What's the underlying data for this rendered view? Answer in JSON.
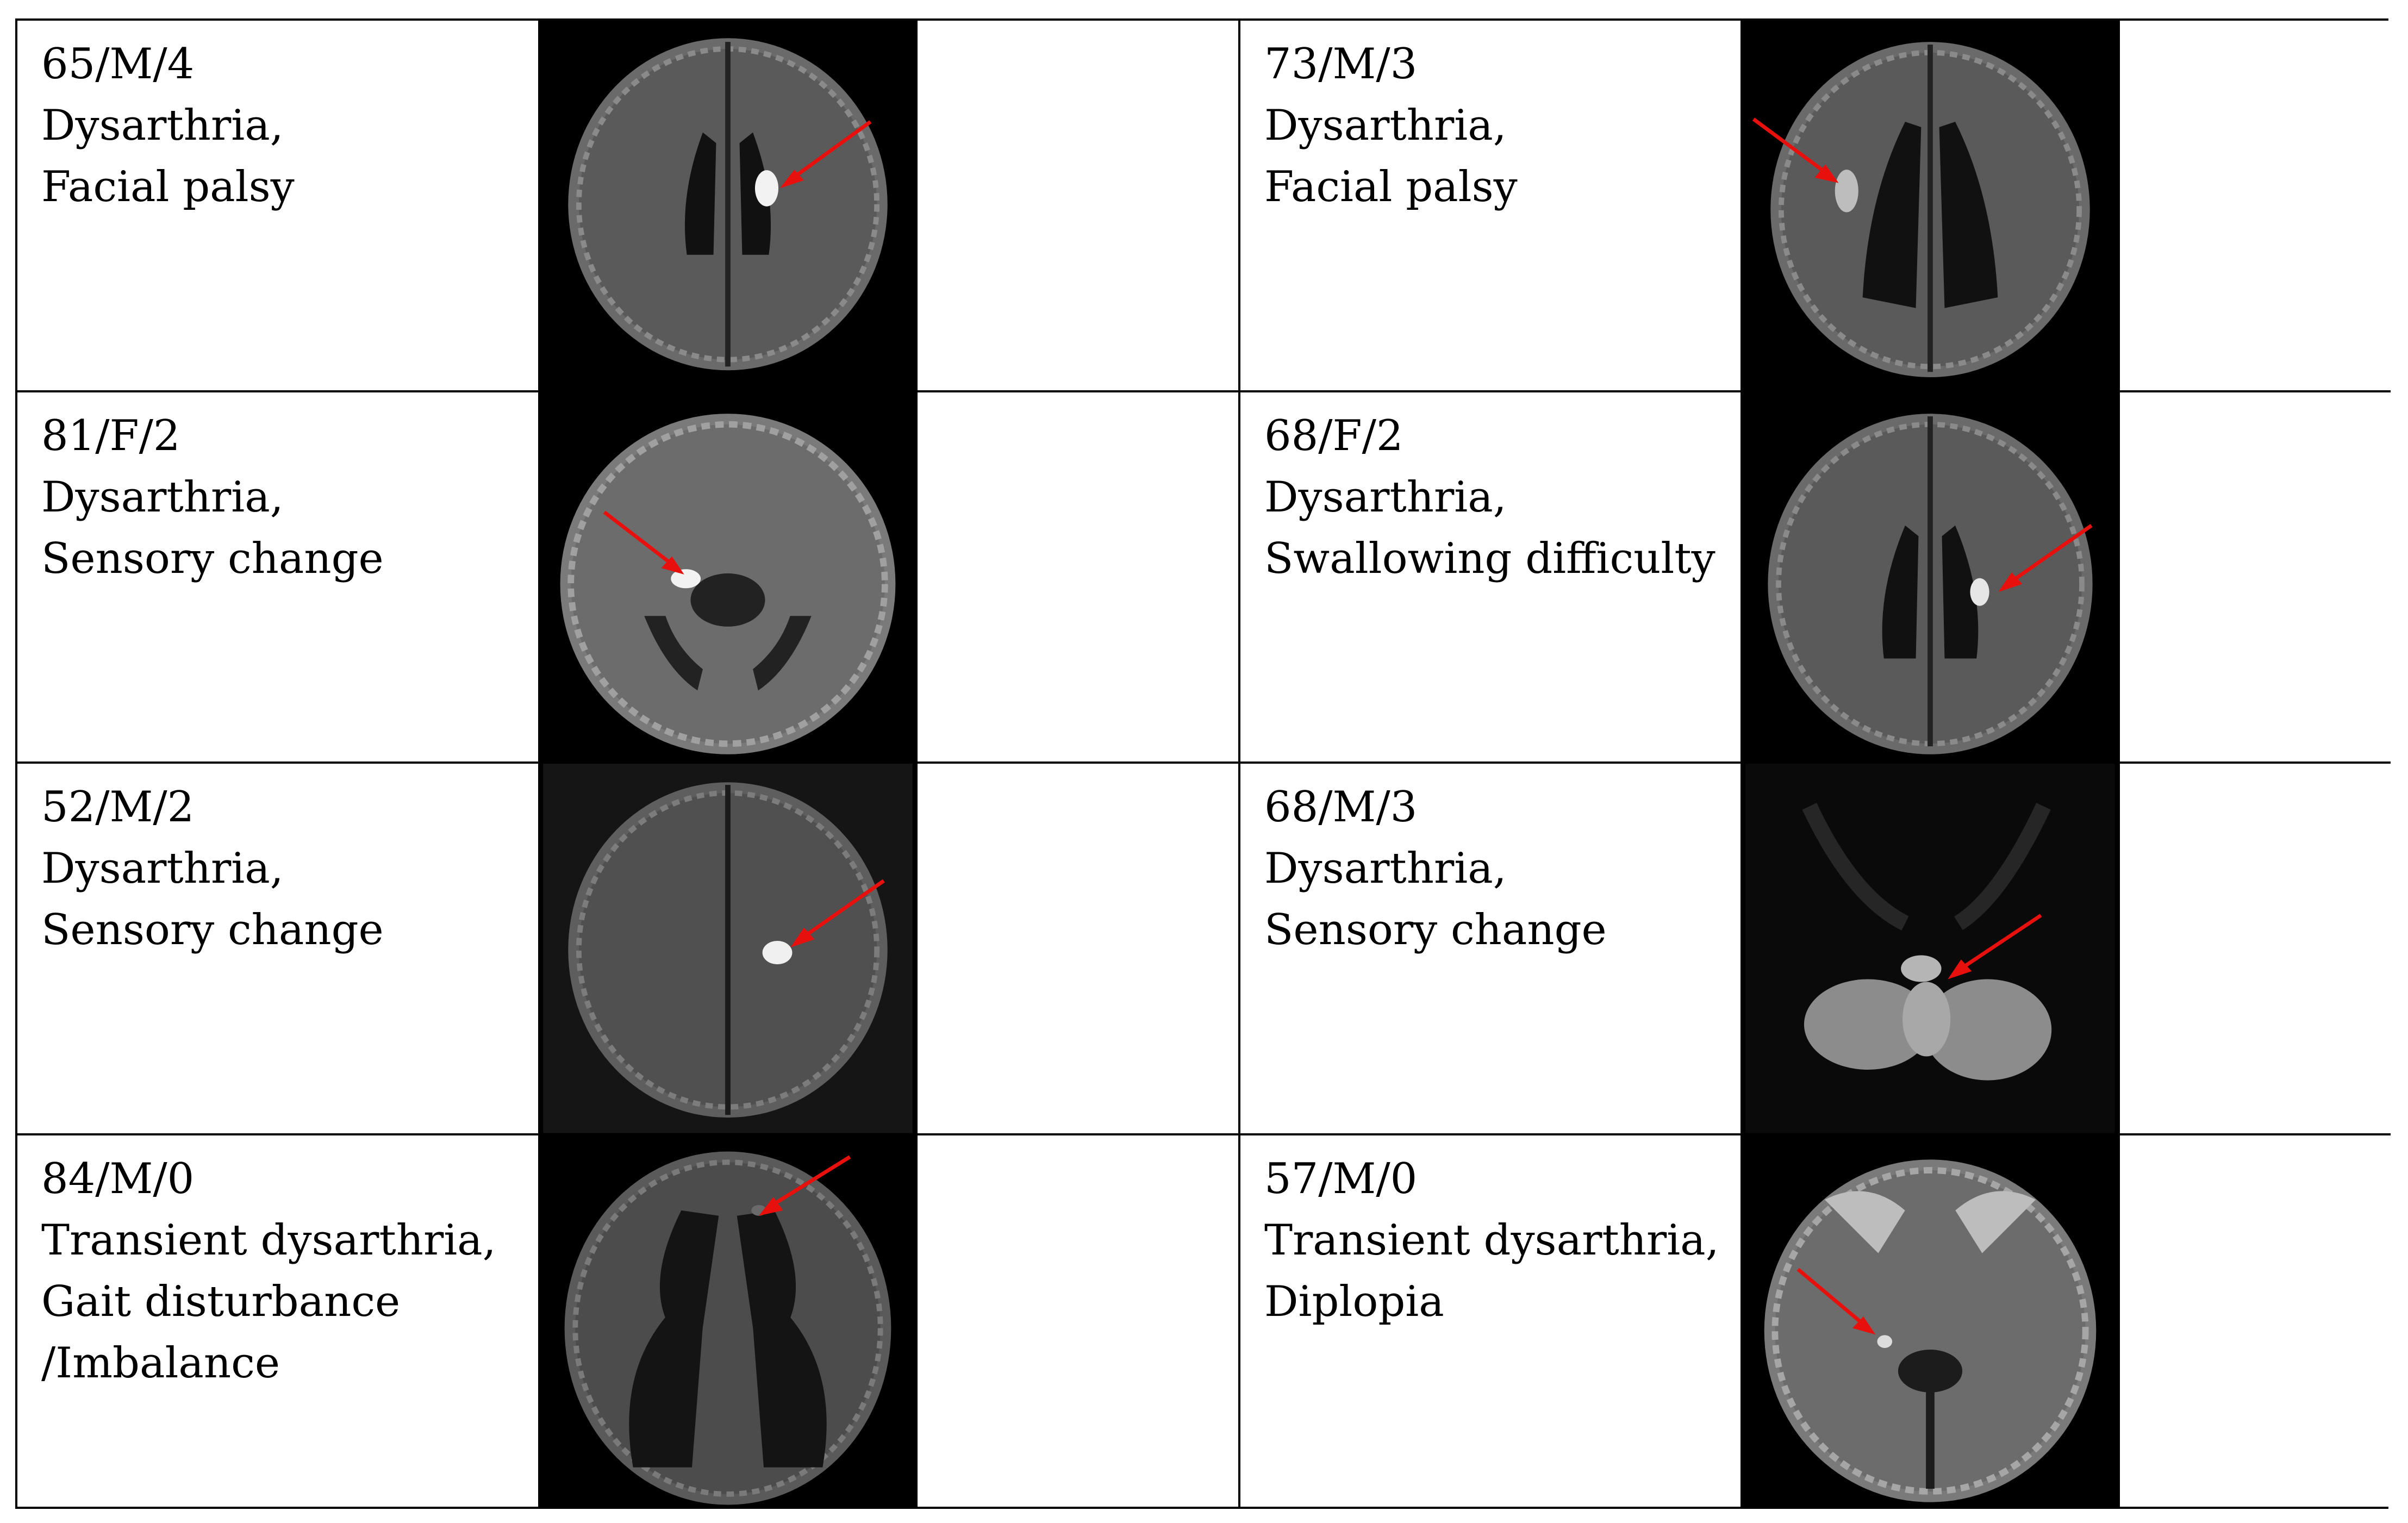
{
  "cases": [
    {
      "id": "65/M/4",
      "symptoms": [
        "Dysarthria,",
        "Facial palsy"
      ]
    },
    {
      "id": "73/M/3",
      "symptoms": [
        "Dysarthria,",
        "Facial palsy"
      ]
    },
    {
      "id": "81/F/2",
      "symptoms": [
        "Dysarthria,",
        "Sensory change"
      ]
    },
    {
      "id": "68/F/2",
      "symptoms": [
        "Dysarthria,",
        "Swallowing difficulty"
      ]
    },
    {
      "id": "52/M/2",
      "symptoms": [
        "Dysarthria,",
        "Sensory change"
      ]
    },
    {
      "id": "68/M/3",
      "symptoms": [
        "Dysarthria,",
        "Sensory change"
      ]
    },
    {
      "id": "84/M/0",
      "symptoms": [
        "Transient dysarthria,",
        "Gait disturbance",
        "/Imbalance"
      ]
    },
    {
      "id": "57/M/0",
      "symptoms": [
        "Transient dysarthria,",
        "Diplopia"
      ]
    }
  ],
  "colors": {
    "arrow": "#e8100c",
    "background": "#000000",
    "border": "#000000"
  },
  "icons": {
    "arrow": "red-arrow-icon",
    "lesion": "lesion-marker"
  }
}
